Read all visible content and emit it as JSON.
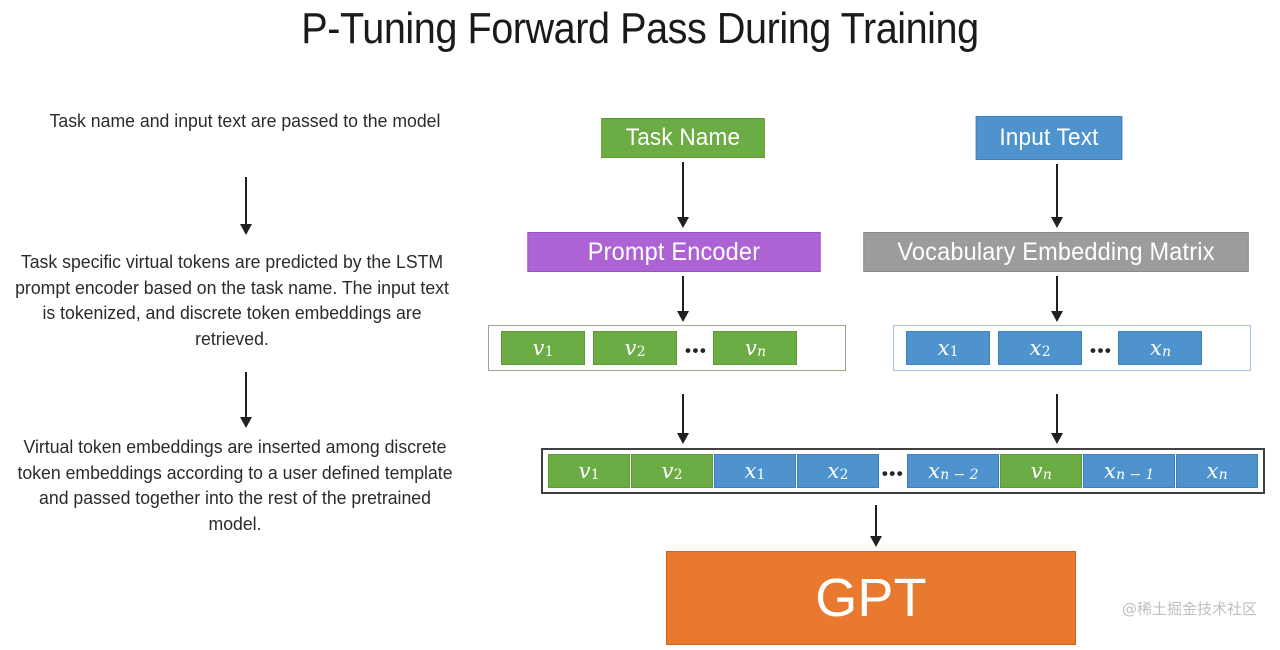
{
  "title": "P-Tuning Forward Pass During Training",
  "notes": [
    "Task name and input text are passed to the model",
    "Task specific virtual tokens are predicted by the LSTM prompt encoder based on the task name. The input text is tokenized, and discrete token embeddings are retrieved.",
    "Virtual token embeddings are inserted among discrete token embeddings according to a user defined template and passed together into the rest of the pretrained model."
  ],
  "blocks": {
    "task_name": "Task Name",
    "input_text": "Input Text",
    "prompt_encoder": "Prompt Encoder",
    "vocabulary_matrix": "Vocabulary Embedding Matrix",
    "gpt": "GPT"
  },
  "virtual_tokens": [
    {
      "base": "v",
      "sub": "1",
      "color": "green"
    },
    {
      "base": "v",
      "sub": "2",
      "color": "green"
    },
    {
      "base": "v",
      "sub": "n",
      "color": "green"
    }
  ],
  "discrete_tokens": [
    {
      "base": "x",
      "sub": "1",
      "color": "blue"
    },
    {
      "base": "x",
      "sub": "2",
      "color": "blue"
    },
    {
      "base": "x",
      "sub": "n",
      "color": "blue"
    }
  ],
  "combined_tokens": [
    {
      "base": "v",
      "sub": "1",
      "color": "green"
    },
    {
      "base": "v",
      "sub": "2",
      "color": "green"
    },
    {
      "base": "x",
      "sub": "1",
      "color": "blue"
    },
    {
      "base": "x",
      "sub": "2",
      "color": "blue"
    },
    {
      "base": "x",
      "sub": "n − 2",
      "color": "blue"
    },
    {
      "base": "v",
      "sub": "n",
      "color": "green"
    },
    {
      "base": "x",
      "sub": "n − 1",
      "color": "blue"
    },
    {
      "base": "x",
      "sub": "n",
      "color": "blue"
    }
  ],
  "ellipsis": "•••",
  "watermark": "@稀土掘金技术社区",
  "colors": {
    "green": "#6CAC44",
    "blue": "#4E93CE",
    "purple": "#AE63D4",
    "gray": "#9C9C9C",
    "orange": "#E8792F",
    "arrow": "#202020",
    "watermark": "#BFBFBF"
  }
}
